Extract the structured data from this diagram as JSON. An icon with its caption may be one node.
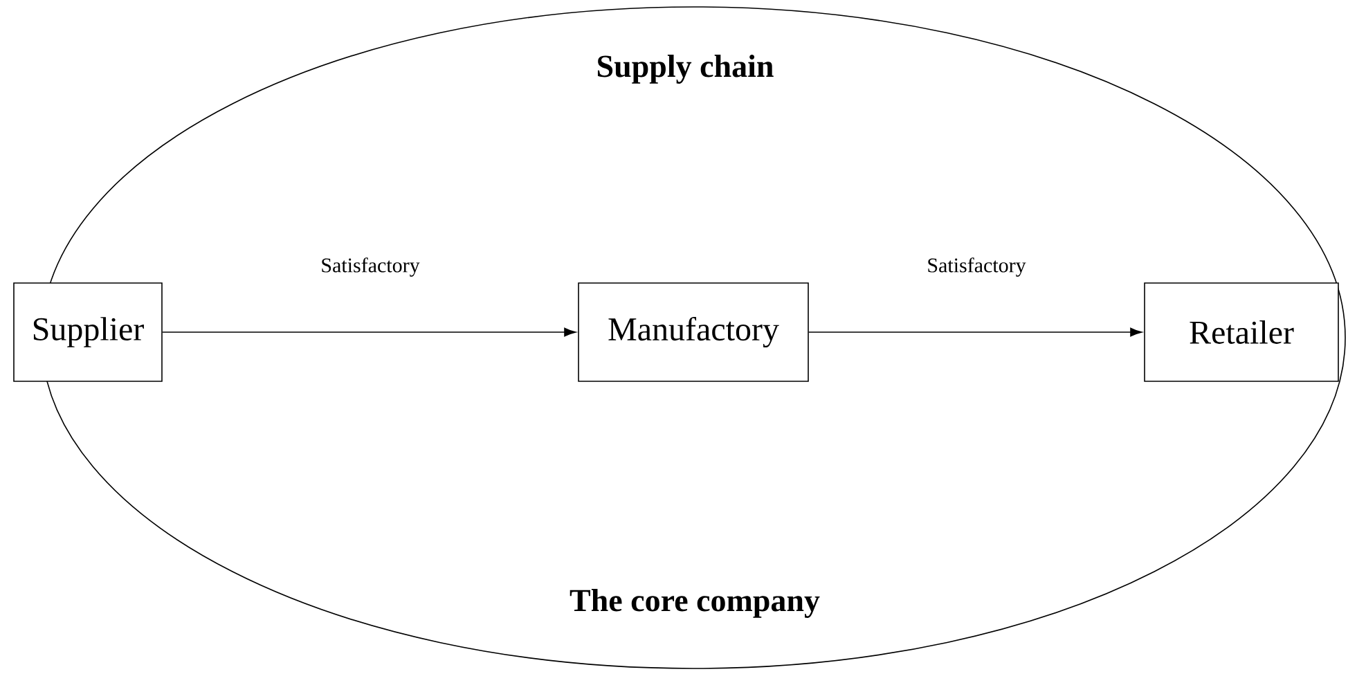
{
  "diagram": {
    "nodes": [
      {
        "text": [
          "Supply chain",
          "The core company"
        ]
      },
      {
        "text": [
          "Supplier"
        ]
      },
      {
        "text": [
          "Manufactory"
        ],
        "in": 0
      },
      {
        "text": [
          "Retailer"
        ],
        "in": 0
      }
    ],
    "edges": [
      {
        "from": 1,
        "to": 2,
        "arrow": "to",
        "label": "Satisfactory"
      },
      {
        "from": 2,
        "to": 3,
        "arrow": "to",
        "label": "Satisfactory"
      }
    ]
  }
}
